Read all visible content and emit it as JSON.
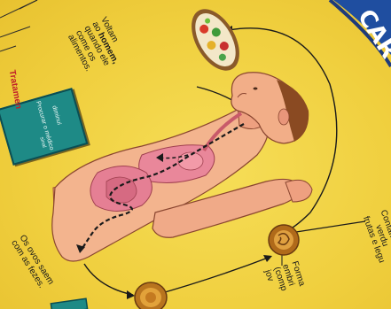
{
  "labels": {
    "voltam_1": "Voltam",
    "voltam_2": "ao",
    "voltam_2b": "homem,",
    "voltam_3": "quando ele",
    "voltam_4": "come os",
    "voltam_5": "alimentos.",
    "ovos_1": "Os ovos saem",
    "ovos_2": "com as fezes.",
    "formam_1": "Forma",
    "formam_2": "embri",
    "formam_3": "(comp",
    "formam_4": "jov",
    "contam_1": "Contam",
    "contam_2": "verdu",
    "contam_3": "frutas e legu",
    "banner_fragment": "CAR",
    "tratamento": "Tratamen",
    "procurar": "Procurar o médico",
    "dimum": "diminui",
    "sinal": "sinal"
  },
  "colors": {
    "background": "#f2d44a",
    "card": "#1e8a86",
    "banner": "#1f4ea0",
    "skin": "#f2b08a"
  }
}
